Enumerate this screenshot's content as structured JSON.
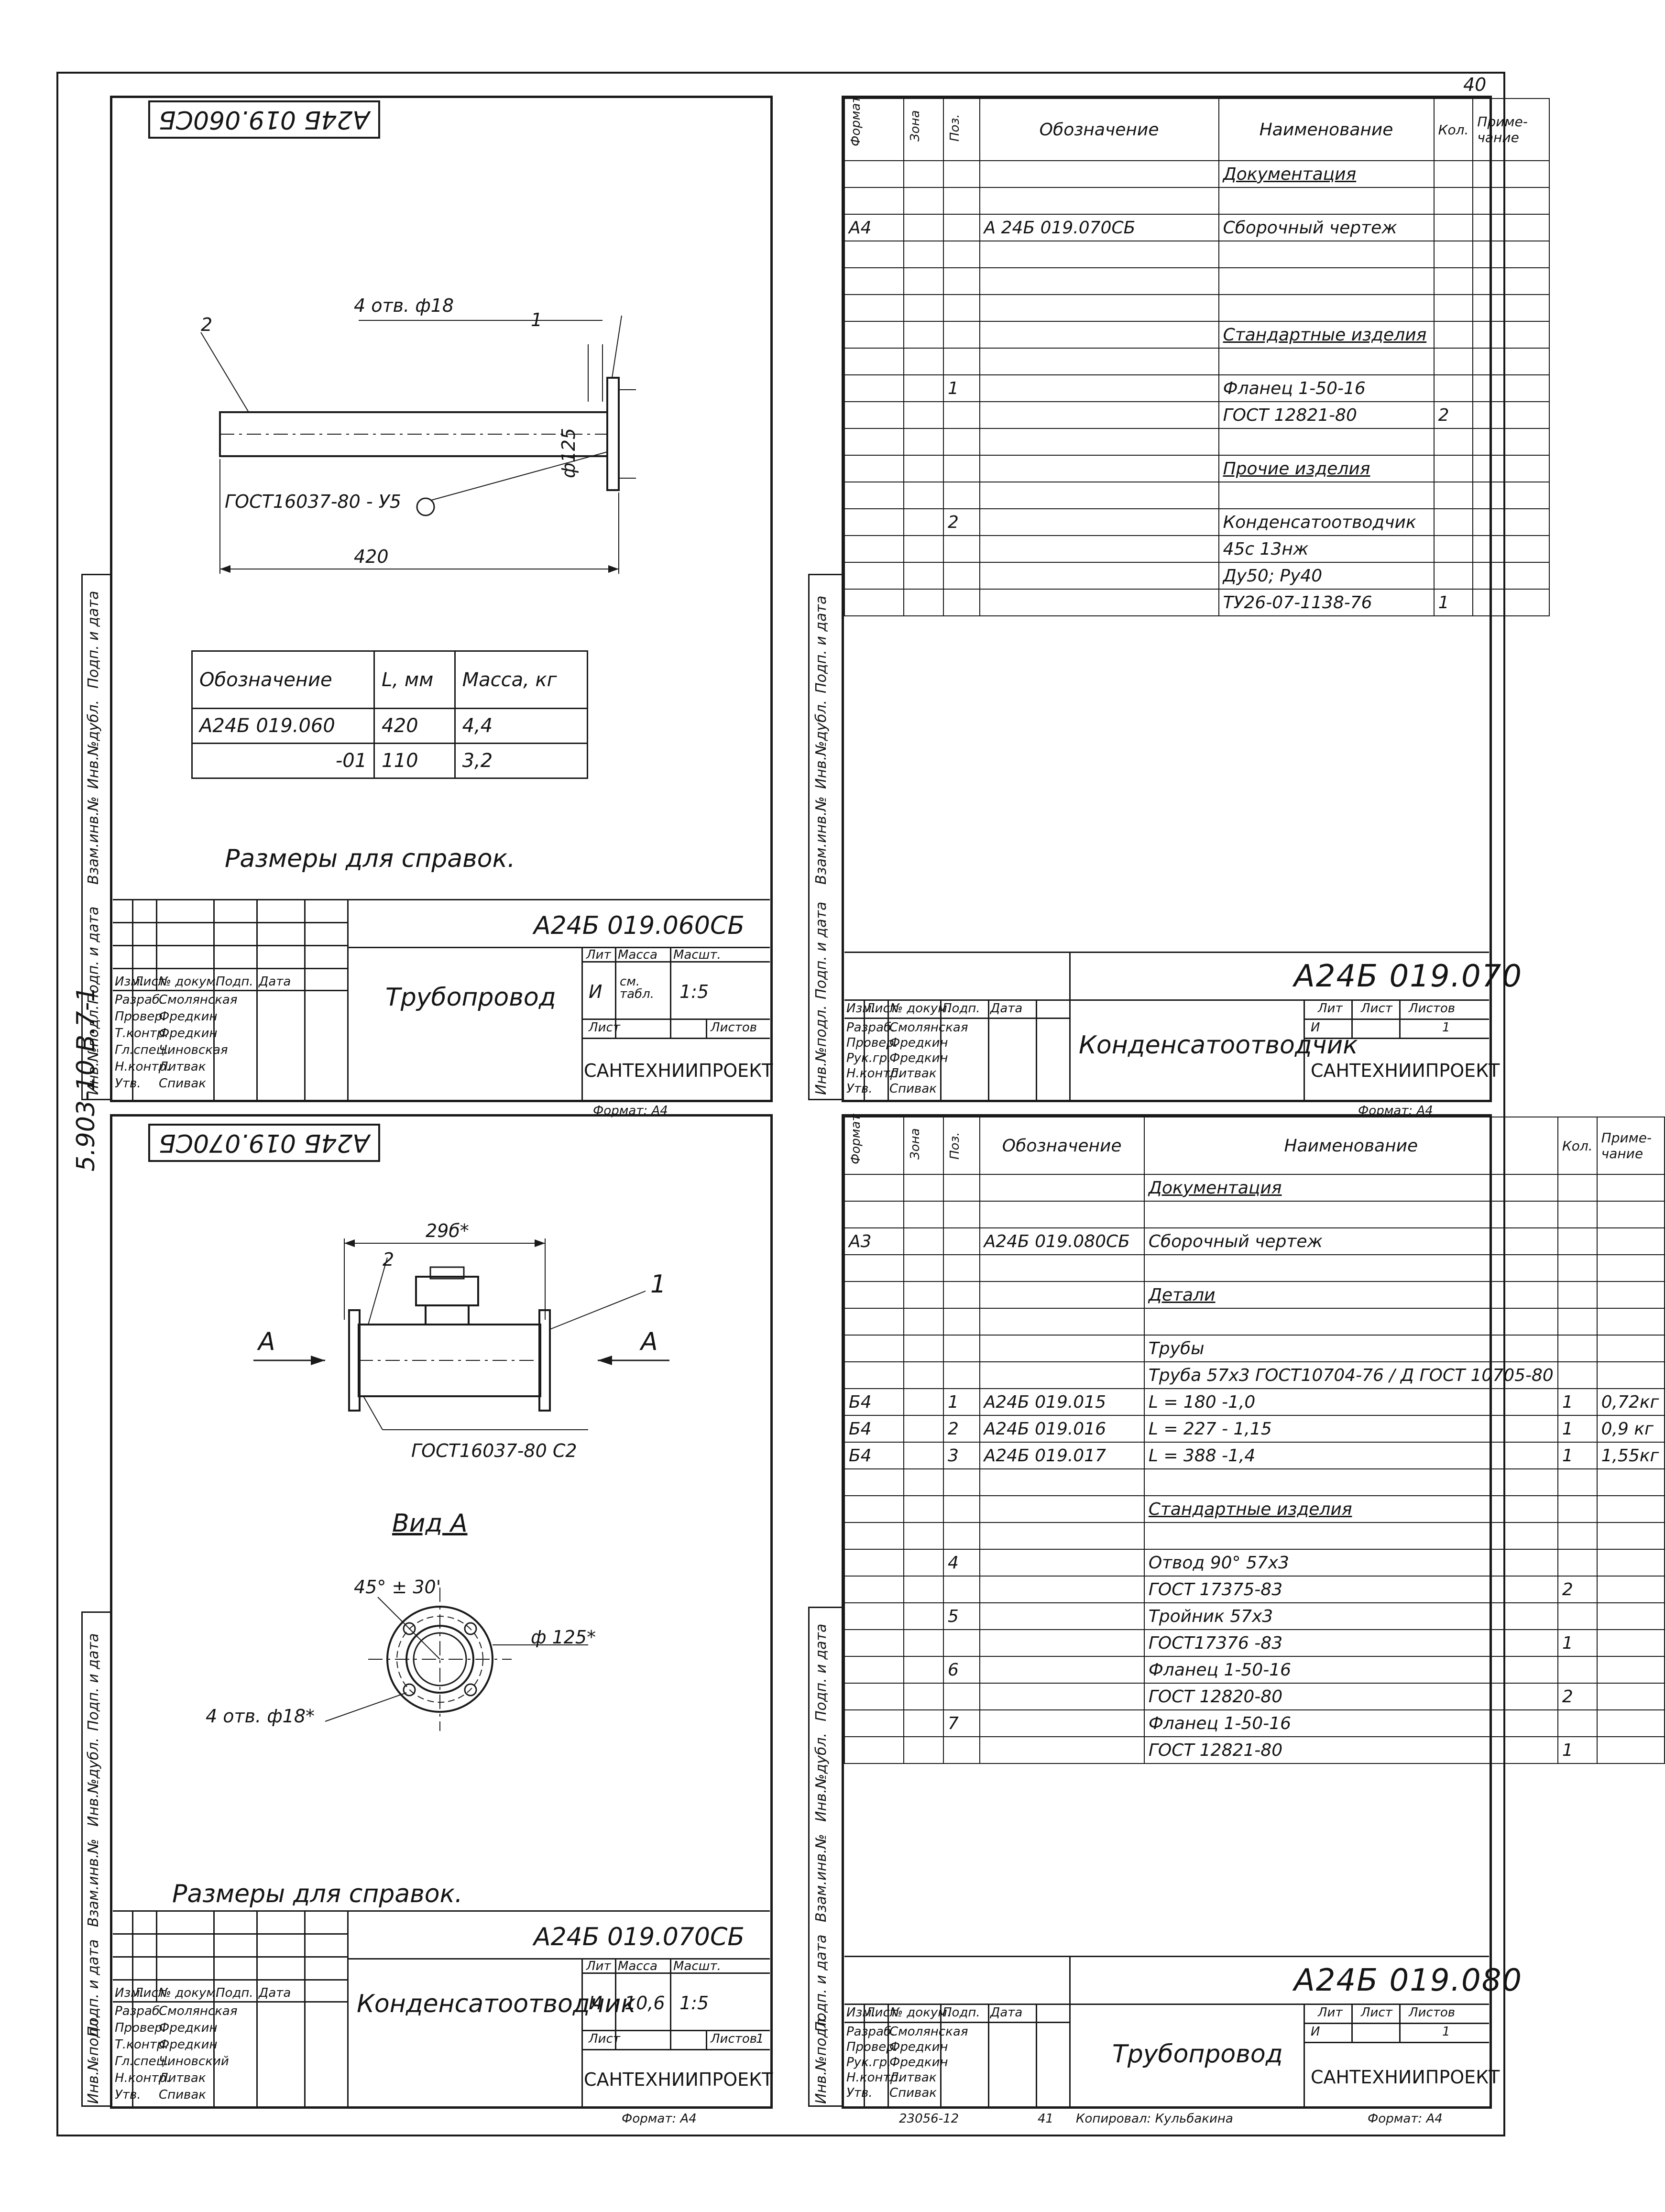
{
  "page_number": "40",
  "side_code": "5.903-10 В.7-1",
  "side_labels": [
    "Инв.№подл.",
    "Подп. и дата",
    "Взам.инв.№",
    "Инв.№дубл.",
    "Подп. и дата"
  ],
  "footer": {
    "archive_no": "23056-12",
    "sheet_no": "41",
    "copied_by": "Копировал: Кульбакина"
  },
  "tb_labels": {
    "izm": "Изм.",
    "list": "Лист",
    "doc": "№ докум.",
    "podp": "Подп.",
    "data": "Дата",
    "lit": "Лит",
    "massa": "Масса",
    "masht": "Масшт.",
    "listov": "Листов",
    "org": "САНТЕХНИИПРОЕКТ",
    "format": "Формат: А4"
  },
  "roles": [
    "Разраб.",
    "Провер.",
    "Т.контр.",
    "Гл.спец.",
    "Н.контр.",
    "Утв."
  ],
  "sheet1": {
    "stamp": "А24Б 019.060СБ",
    "callouts": {
      "part2": "2",
      "part1": "1",
      "holes": "4 отв. ф18",
      "weld": "ГОСТ16037-80 - У5",
      "diam": "ф125",
      "length": "420"
    },
    "table": {
      "headers": [
        "Обозначение",
        "L, мм",
        "Масса, кг"
      ],
      "rows": [
        [
          "А24Б 019.060",
          "420",
          "4,4"
        ],
        [
          "-01",
          "110",
          "3,2"
        ]
      ]
    },
    "note": "Размеры для справок.",
    "code": "А24Б 019.060СБ",
    "title": "Трубопровод",
    "lit": "И",
    "mass": "см. табл.",
    "scale": "1:5",
    "names": [
      "Смолянская",
      "Фредкин",
      "Фредкин",
      "Чиновская",
      "Литвак",
      "Спивак"
    ]
  },
  "sheet2": {
    "headers": [
      "Формат",
      "Зона",
      "Поз.",
      "Обозначение",
      "Наименование",
      "Кол.",
      "Приме-чание"
    ],
    "rows": [
      [
        "",
        "",
        "",
        "",
        "Документация",
        "",
        ""
      ],
      [
        "",
        "",
        "",
        "",
        "",
        "",
        ""
      ],
      [
        "А4",
        "",
        "",
        "А 24Б 019.070СБ",
        "Сборочный чертеж",
        "",
        ""
      ],
      [
        "",
        "",
        "",
        "",
        "",
        "",
        ""
      ],
      [
        "",
        "",
        "",
        "",
        "",
        "",
        ""
      ],
      [
        "",
        "",
        "",
        "",
        "",
        "",
        ""
      ],
      [
        "",
        "",
        "",
        "",
        "Стандартные изделия",
        "",
        ""
      ],
      [
        "",
        "",
        "",
        "",
        "",
        "",
        ""
      ],
      [
        "",
        "",
        "1",
        "",
        "Фланец 1-50-16",
        "",
        ""
      ],
      [
        "",
        "",
        "",
        "",
        "ГОСТ 12821-80",
        "2",
        ""
      ],
      [
        "",
        "",
        "",
        "",
        "",
        "",
        ""
      ],
      [
        "",
        "",
        "",
        "",
        "Прочие изделия",
        "",
        ""
      ],
      [
        "",
        "",
        "",
        "",
        "",
        "",
        ""
      ],
      [
        "",
        "",
        "2",
        "",
        "Конденсатоотводчик",
        "",
        ""
      ],
      [
        "",
        "",
        "",
        "",
        "45с 13нж",
        "",
        ""
      ],
      [
        "",
        "",
        "",
        "",
        "Ду50; Ру40",
        "",
        ""
      ],
      [
        "",
        "",
        "",
        "",
        "ТУ26-07-1138-76",
        "1",
        ""
      ]
    ],
    "underlined": [
      "Документация",
      "Стандартные изделия",
      "Прочие изделия"
    ],
    "code": "А24Б 019.070",
    "title": "Конденсатоотводчик",
    "lit": "И",
    "sheet": "",
    "sheets": "1",
    "names": [
      "Смолянская",
      "Фредкин",
      "Фредкин",
      "Литвак",
      "Спивак"
    ],
    "roles": [
      "Разраб.",
      "Провер.",
      "Рук.гр.",
      "Н.контр.",
      "Утв."
    ]
  },
  "sheet3": {
    "stamp": "А24Б 019.070СБ",
    "callouts": {
      "dim": "29б*",
      "part2": "2",
      "part1": "1",
      "sectionA": "А",
      "weld": "ГОСТ16037-80 С2",
      "view": "Вид А",
      "angle": "45° ± 30'",
      "diam": "ф 125*",
      "holes": "4 отв. ф18*"
    },
    "note": "Размеры для справок.",
    "code": "А24Б 019.070СБ",
    "title": "Конденсатоотводчик",
    "lit": "И",
    "mass": "10,6",
    "scale": "1:5",
    "sheets": "1",
    "names": [
      "Смолянская",
      "Фредкин",
      "Фредкин",
      "Чиновский",
      "Литвак",
      "Спивак"
    ]
  },
  "sheet4": {
    "headers": [
      "Формат",
      "Зона",
      "Поз.",
      "Обозначение",
      "Наименование",
      "Кол.",
      "Приме-чание"
    ],
    "rows": [
      [
        "",
        "",
        "",
        "",
        "Документация",
        "",
        ""
      ],
      [
        "",
        "",
        "",
        "",
        "",
        "",
        ""
      ],
      [
        "А3",
        "",
        "",
        "А24Б 019.080СБ",
        "Сборочный чертеж",
        "",
        ""
      ],
      [
        "",
        "",
        "",
        "",
        "",
        "",
        ""
      ],
      [
        "",
        "",
        "",
        "",
        "Детали",
        "",
        ""
      ],
      [
        "",
        "",
        "",
        "",
        "",
        "",
        ""
      ],
      [
        "",
        "",
        "",
        "",
        "Трубы",
        "",
        ""
      ],
      [
        "",
        "",
        "",
        "",
        "Труба 57х3 ГОСТ10704-76 / Д ГОСТ 10705-80",
        "",
        ""
      ],
      [
        "Б4",
        "",
        "1",
        "А24Б 019.015",
        "L = 180 -1,0",
        "1",
        "0,72кг"
      ],
      [
        "Б4",
        "",
        "2",
        "А24Б 019.016",
        "L = 227 - 1,15",
        "1",
        "0,9 кг"
      ],
      [
        "Б4",
        "",
        "3",
        "А24Б 019.017",
        "L = 388 -1,4",
        "1",
        "1,55кг"
      ],
      [
        "",
        "",
        "",
        "",
        "",
        "",
        ""
      ],
      [
        "",
        "",
        "",
        "",
        "Стандартные изделия",
        "",
        ""
      ],
      [
        "",
        "",
        "",
        "",
        "",
        "",
        ""
      ],
      [
        "",
        "",
        "4",
        "",
        "Отвод 90° 57х3",
        "",
        ""
      ],
      [
        "",
        "",
        "",
        "",
        "ГОСТ 17375-83",
        "2",
        ""
      ],
      [
        "",
        "",
        "5",
        "",
        "Тройник 57х3",
        "",
        ""
      ],
      [
        "",
        "",
        "",
        "",
        "ГОСТ17376 -83",
        "1",
        ""
      ],
      [
        "",
        "",
        "6",
        "",
        "Фланец 1-50-16",
        "",
        ""
      ],
      [
        "",
        "",
        "",
        "",
        "ГОСТ 12820-80",
        "2",
        ""
      ],
      [
        "",
        "",
        "7",
        "",
        "Фланец 1-50-16",
        "",
        ""
      ],
      [
        "",
        "",
        "",
        "",
        "ГОСТ 12821-80",
        "1",
        ""
      ]
    ],
    "underlined": [
      "Документация",
      "Детали",
      "Стандартные изделия"
    ],
    "code": "А24Б 019.080",
    "title": "Трубопровод",
    "lit": "И",
    "sheet": "",
    "sheets": "1",
    "names": [
      "Смолянская",
      "Фредкин",
      "Фредкин",
      "Литвак",
      "Спивак"
    ],
    "roles": [
      "Разраб.",
      "Провер.",
      "Рук.гр.",
      "Н.контр.",
      "Утв."
    ]
  }
}
